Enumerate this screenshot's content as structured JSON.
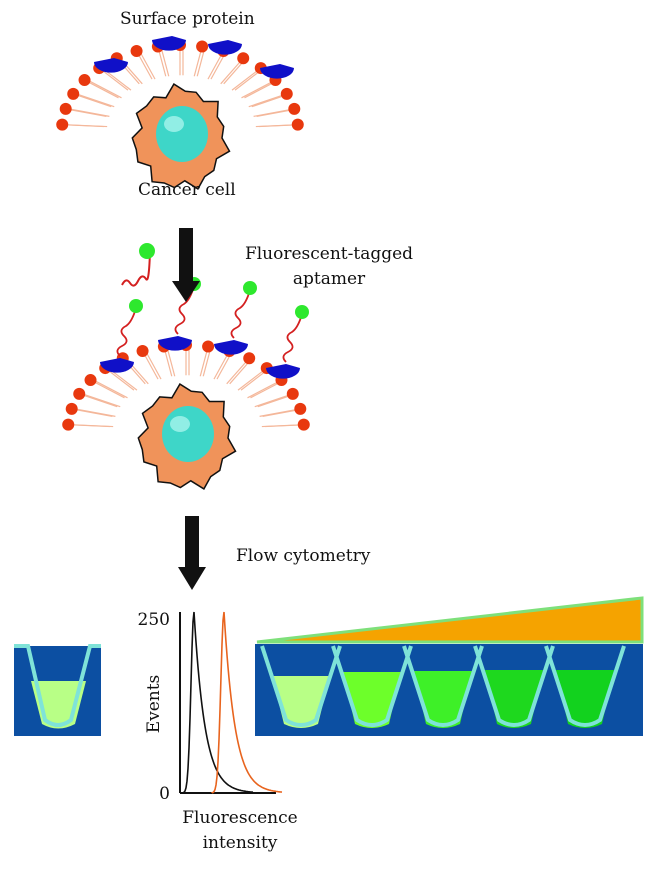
{
  "labels": {
    "surface_protein": "Surface protein",
    "cancer_cell": "Cancer cell",
    "aptamer_line1": "Fluorescent-tagged",
    "aptamer_line2": "aptamer",
    "flow_cytometry": "Flow cytometry",
    "ylabel": "Events",
    "xlabel_line1": "Fluorescence",
    "xlabel_line2": "intensity"
  },
  "chart_data": {
    "type": "line",
    "ylabel": "Events",
    "xlabel": "Fluorescence intensity",
    "y_ticks": [
      "250",
      "0"
    ],
    "ylim": [
      0,
      250
    ],
    "series": [
      {
        "color": "#111111",
        "peak": 250
      },
      {
        "color": "#e8641e",
        "peak": 250
      }
    ]
  },
  "colors": {
    "membrane_head": "#e8380e",
    "protein": "#1010c8",
    "aptamer_strand": "#d42020",
    "fluorophore": "#2ee82e",
    "cell_body": "#f0935a",
    "nucleus": "#3ed6c8",
    "arrow": "#111111",
    "panel_bg": "#0c4fa2",
    "tube_outline": "#7fe3d8",
    "gradient_fill": "#f5a300",
    "gradient_edge": "#7ee07a"
  },
  "tubes": {
    "control_fill": "#b8ff86",
    "series_fills": [
      "#b8ff86",
      "#6dff2a",
      "#3ef028",
      "#1ed81e",
      "#12d21e"
    ]
  }
}
